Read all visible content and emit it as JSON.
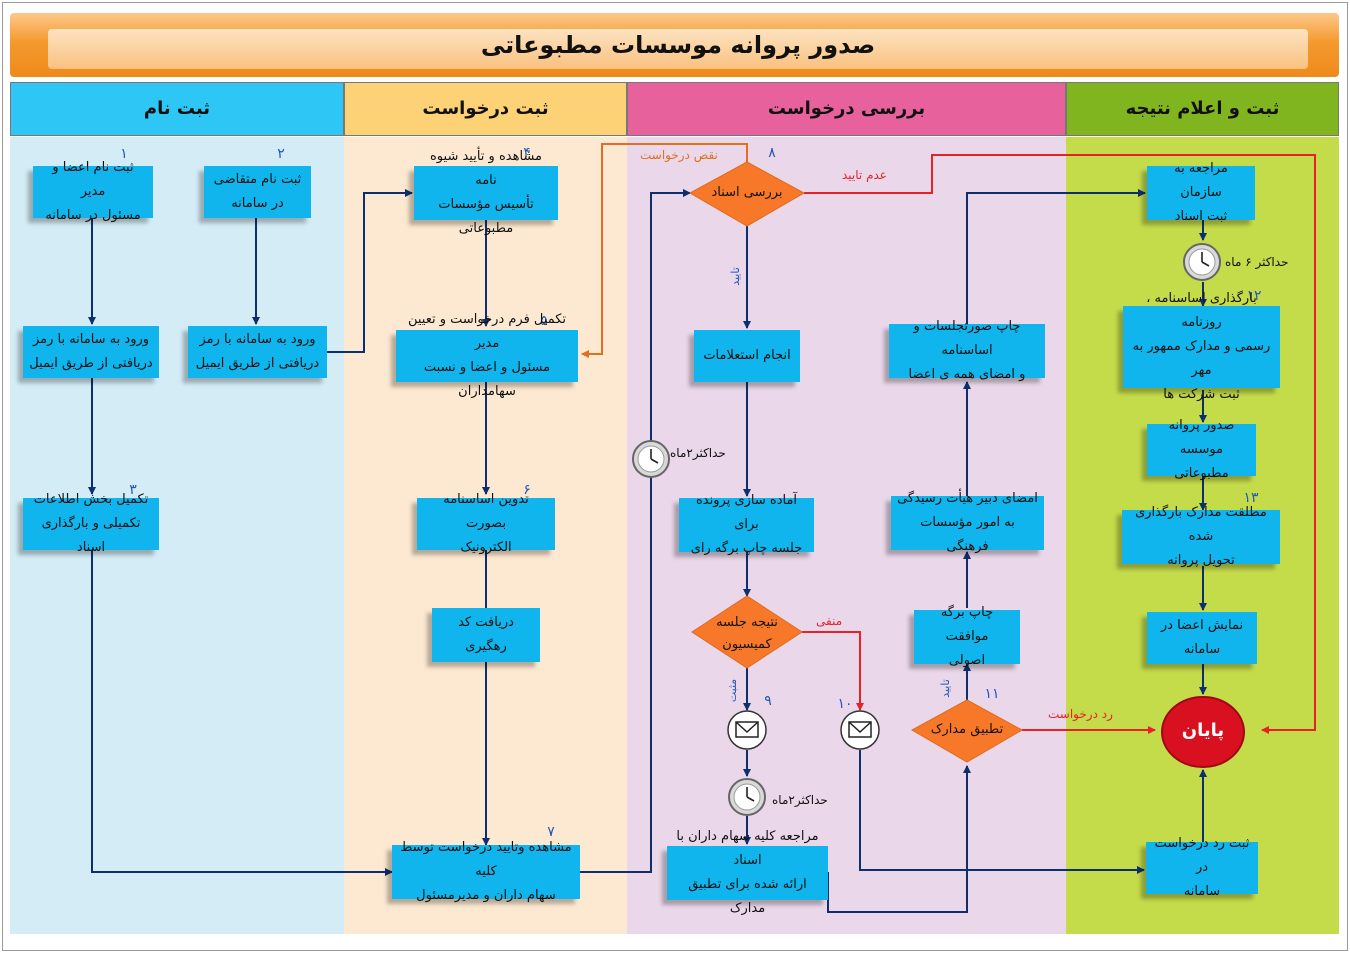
{
  "title": "صدور پروانه موسسات مطبوعاتی",
  "colors": {
    "lane_register_bg": "#d3ecf6",
    "lane_request_bg": "#fde9d1",
    "lane_review_bg": "#ead8ea",
    "lane_result_bg": "#c4db4a",
    "head_register": "#2ec6f4",
    "head_request": "#fdd276",
    "head_review": "#e7629c",
    "head_result": "#80b520",
    "box": "#0fb5ec",
    "diamond": "#f8782a",
    "end": "#d9101f",
    "arrow_main": "#0e2f6f",
    "arrow_reject": "#e8202a",
    "arrow_incomplete": "#e07020"
  },
  "lanes": {
    "register": "ثبت نام",
    "request": "ثبت درخواست",
    "review": "بررسی درخواست",
    "result": "ثبت و اعلام نتیجه"
  },
  "steps": {
    "s1": {
      "num": "۱",
      "line1": "ثبت نام اعضا و مدیر",
      "line2": "مسئول در سامانه"
    },
    "s2": {
      "num": "۲",
      "line1": "ثبت نام متقاضی",
      "line2": "در سامانه"
    },
    "login_a": {
      "line1": "ورود به سامانه با رمز",
      "line2": "دریافتی از طریق ایمیل"
    },
    "login_b": {
      "line1": "ورود به سامانه با رمز",
      "line2": "دریافتی از طریق ایمیل"
    },
    "s3": {
      "num": "۳",
      "line1": "تکمیل بخش اطلاعات",
      "line2": "تکمیلی و بارگذاری اسناد"
    },
    "s4": {
      "num": "۴",
      "line1": "مشاهده و تأیید شیوه نامه",
      "line2": "تأسیس مؤسسات مطبوعاتی"
    },
    "s5": {
      "num": "۵",
      "line1": "تکمیل فرم درخواست و تعیین مدیر",
      "line2": "مسئول و اعضا و نسبت سهامداران"
    },
    "s6": {
      "num": "۶",
      "line1": "تدوین اساسنامه بصورت",
      "line2": "الکترونیک"
    },
    "tracking": {
      "line1": "دریافت کد",
      "line2": "رهگیری"
    },
    "s7": {
      "num": "۷",
      "line1": "مشاهده وتایید درخواست توسط کلیه",
      "line2": "سهام داران و مدیرمسئول"
    },
    "inquiry": {
      "line1": "انجام استعلامات"
    },
    "prepare": {
      "line1": "آماده سازی پرونده برای",
      "line2": "جلسه چاپ برگه رای"
    },
    "shareholders": {
      "line1": "مراجعه کلیه سهام داران با اسناد",
      "line2": "ارائه شده برای تطبیق مدارک"
    },
    "approval_print": {
      "line1": "چاپ برگه موافقت",
      "line2": "اصولی"
    },
    "secretary": {
      "line1": "امضای دبیر هیأت رسیدگی",
      "line2": "به امور مؤسسات فرهنگی"
    },
    "minutes": {
      "line1": "چاپ صورتجلسات و اساسنامه",
      "line2": "و امضای همه ی اعضا"
    },
    "registry": {
      "line1": "مراجعه به سازمان",
      "line2": "ثبت اسناد"
    },
    "s12": {
      "num": "۱۲",
      "line1": "بارگذاری اساسنامه ، روزنامه",
      "line2": "رسمی و مدارک ممهور به مهر",
      "line3": "ثبت شرکت ها"
    },
    "license": {
      "line1": "صدور پروانه",
      "line2": "موسسه مطبوعاتی"
    },
    "s13": {
      "num": "۱۳",
      "line1": "مطلقت مدارک بارگذاری شده",
      "line2": "تحویل پروانه"
    },
    "members": {
      "line1": "نمایش اعضا در",
      "line2": "سامانه"
    },
    "reject_record": {
      "line1": "ثبت رد درخواست در",
      "line2": "سامانه"
    }
  },
  "decisions": {
    "d8": {
      "num": "۸",
      "text": "بررسی اسناد"
    },
    "commission": {
      "line1": "نتیجه جلسه",
      "line2": "کمیسیون"
    },
    "d11": {
      "num": "۱۱",
      "text": "تطبیق مدارک"
    }
  },
  "end_label": "پایان",
  "edge_labels": {
    "incomplete": "نقص درخواست",
    "not_approved": "عدم تایید",
    "approve_d8": "تایید",
    "negative": "منفی",
    "positive": "مثبت",
    "approve_d11": "تایید",
    "reject": "رد درخواست"
  },
  "nums": {
    "n9": "۹",
    "n10": "۱۰"
  },
  "timers": {
    "max2_a": "حداکثر۲ماه",
    "max2_b": "حداکثر۲ماه",
    "max6": "حداکثر ۶ ماه"
  },
  "icons": [
    "clock-icon",
    "envelope-icon"
  ]
}
